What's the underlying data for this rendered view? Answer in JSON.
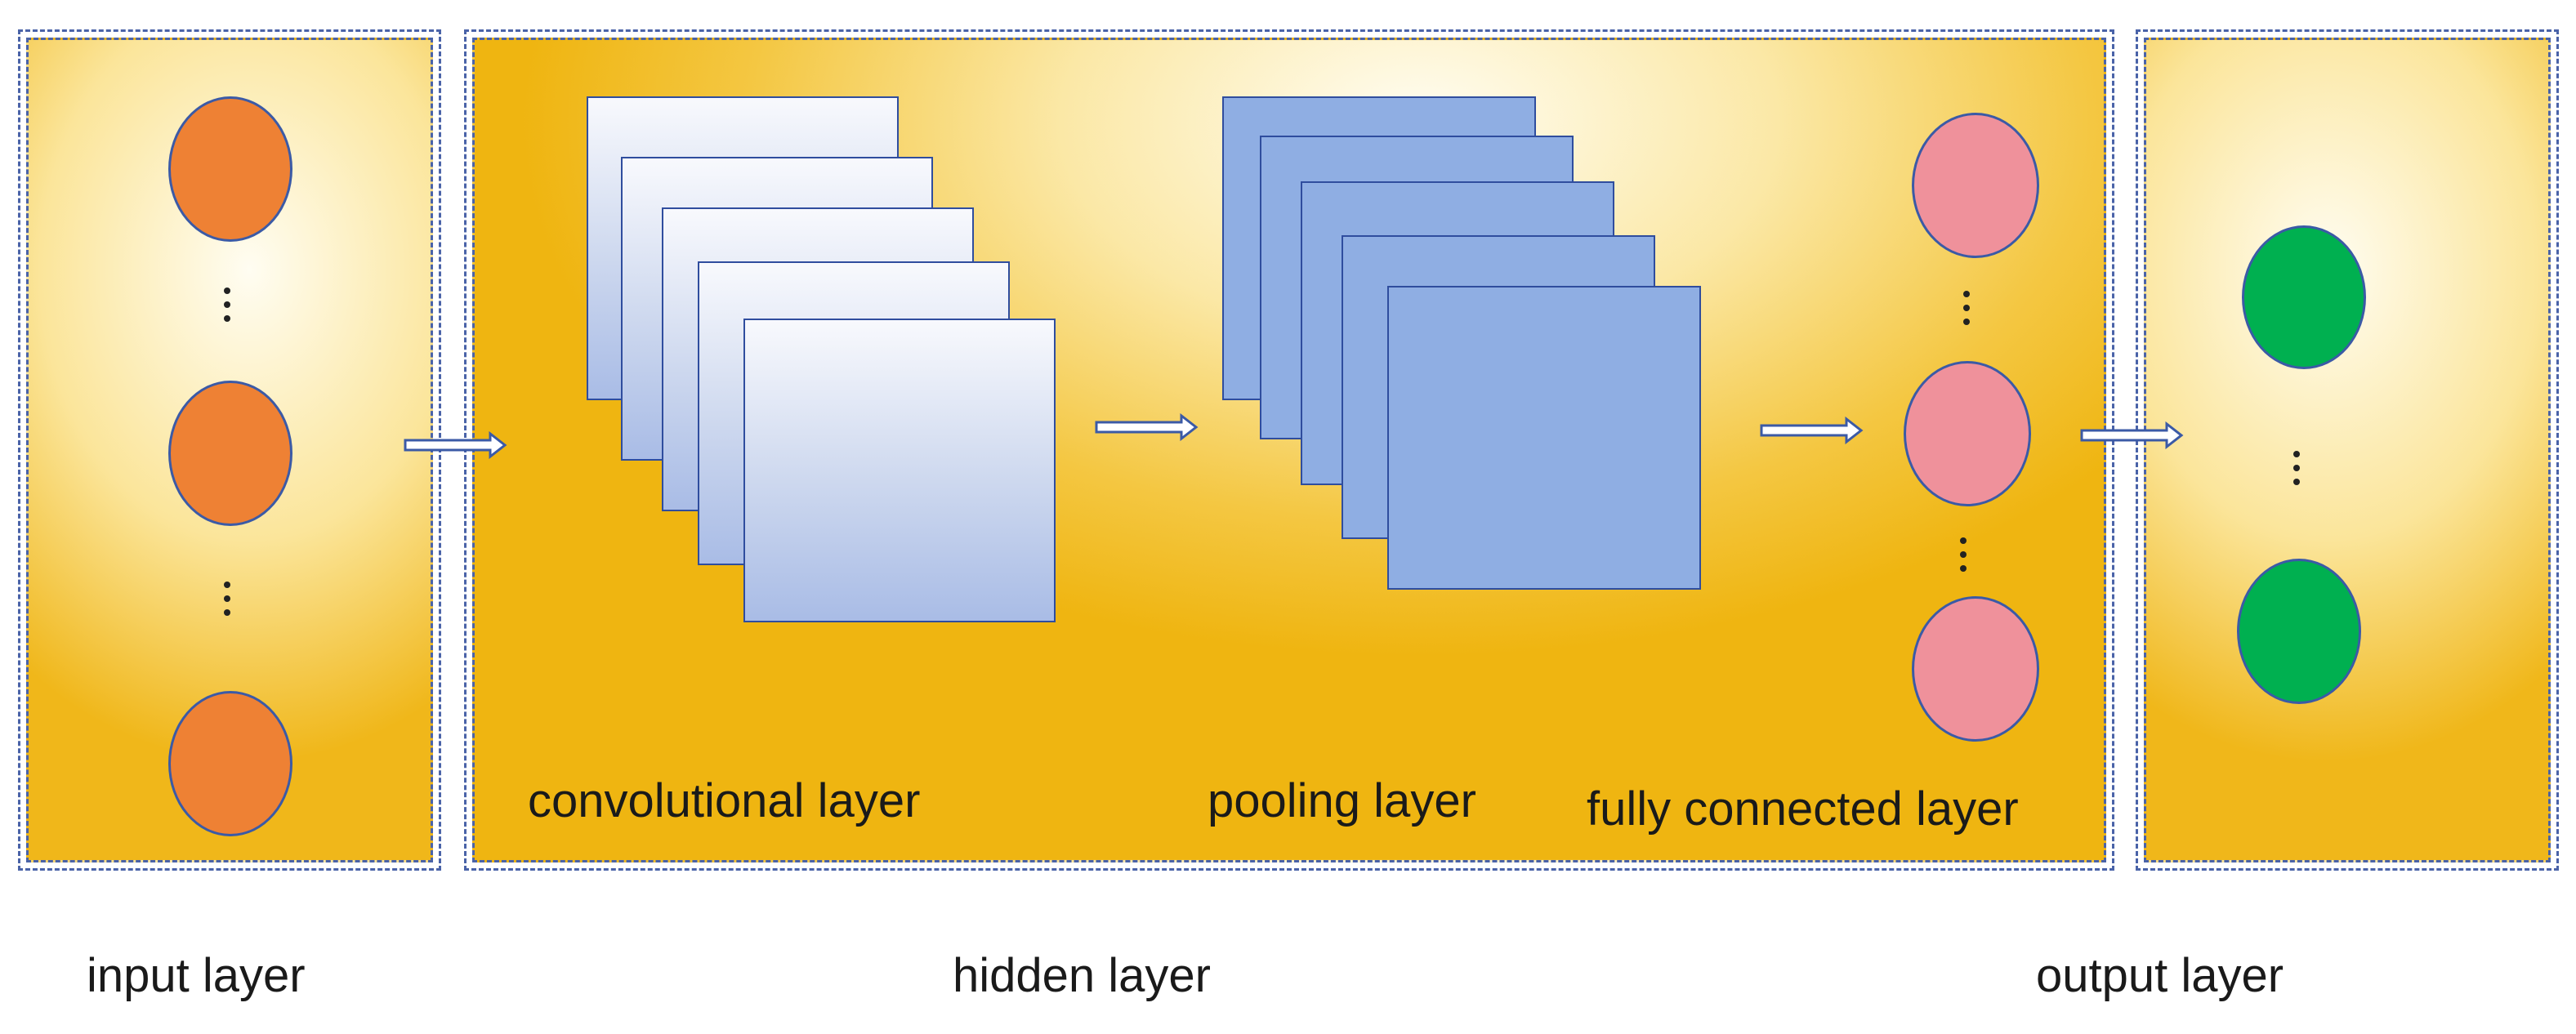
{
  "labels": {
    "input_layer": "input layer",
    "hidden_layer": "hidden layer",
    "output_layer": "output layer",
    "convolutional_layer": "convolutional layer",
    "pooling_layer": "pooling layer",
    "fully_connected_layer": "fully connected layer"
  },
  "colors": {
    "panel_border": "#4a63a8",
    "panel_fill_light": "#fffdf2",
    "panel_fill_dark": "#efb511",
    "input_node": "#ee8134",
    "fully_connected_node": "#ef919b",
    "output_node": "#00b050",
    "conv_map_top": "#f8f9fd",
    "conv_map_bottom": "#a9bce6",
    "pool_map": "#8faee3",
    "map_border": "#2f4d9e"
  },
  "icons": {
    "ellipsis": "vertical-ellipsis-icon",
    "arrow": "hollow-right-arrow-icon"
  }
}
